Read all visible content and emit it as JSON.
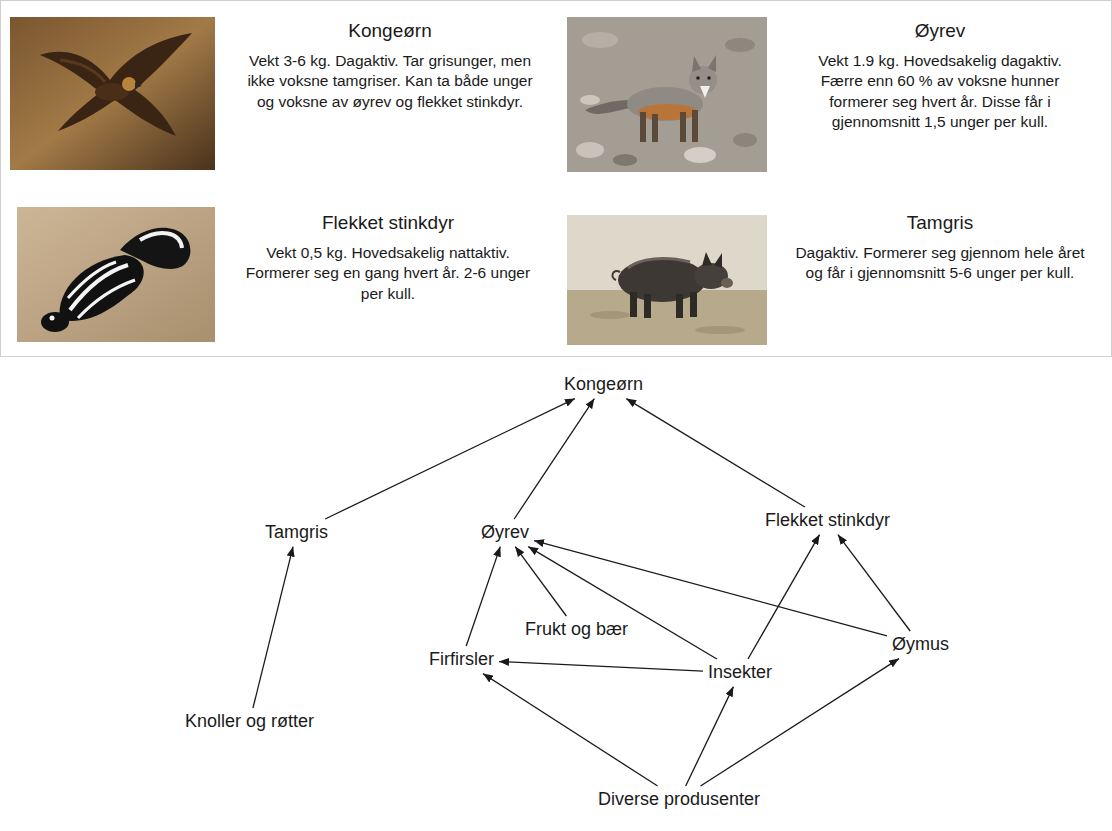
{
  "diagram": {
    "nodes": [
      {
        "text": [
          "Kongeørn",
          "Vekt 3-6 kg. Dagaktiv. Tar grisunger, men ikke voksne tamgriser. Kan ta både unger og voksne av øyrev og flekket stinkdyr."
        ]
      },
      {
        "text": [
          "Øyrev",
          "Vekt 1.9 kg. Hovedsakelig dagaktiv. Færre enn 60 % av voksne hunner formerer seg hvert år. Disse får i gjennomsnitt 1,5 unger per kull."
        ]
      },
      {
        "text": [
          "Flekket stinkdyr",
          "Vekt 0,5 kg. Hovedsakelig nattaktiv. Formerer seg en gang hvert år. 2-6 unger per kull."
        ]
      },
      {
        "text": [
          "Tamgris",
          "Dagaktiv. Formerer seg gjennom hele året og får i gjennomsnitt 5-6 unger per kull."
        ]
      },
      {
        "text": [
          "Kongeørn"
        ]
      },
      {
        "text": [
          "Tamgris"
        ]
      },
      {
        "text": [
          "Øyrev"
        ]
      },
      {
        "text": [
          "Flekket stinkdyr"
        ]
      },
      {
        "text": [
          "Frukt og bær"
        ]
      },
      {
        "text": [
          "Firfirsler"
        ]
      },
      {
        "text": [
          "Insekter"
        ]
      },
      {
        "text": [
          "Øymus"
        ]
      },
      {
        "text": [
          "Knoller og røtter"
        ]
      },
      {
        "text": [
          "Diverse produsenter"
        ]
      }
    ],
    "edges": [
      {
        "from": 5,
        "to": 4,
        "arrow": "to"
      },
      {
        "from": 6,
        "to": 4,
        "arrow": "to"
      },
      {
        "from": 7,
        "to": 4,
        "arrow": "to"
      },
      {
        "from": 12,
        "to": 5,
        "arrow": "to"
      },
      {
        "from": 9,
        "to": 6,
        "arrow": "to"
      },
      {
        "from": 8,
        "to": 6,
        "arrow": "to"
      },
      {
        "from": 10,
        "to": 6,
        "arrow": "to"
      },
      {
        "from": 11,
        "to": 6,
        "arrow": "to"
      },
      {
        "from": 10,
        "to": 7,
        "arrow": "to"
      },
      {
        "from": 11,
        "to": 7,
        "arrow": "to"
      },
      {
        "from": 10,
        "to": 9,
        "arrow": "to"
      },
      {
        "from": 13,
        "to": 9,
        "arrow": "to"
      },
      {
        "from": 13,
        "to": 10,
        "arrow": "to"
      },
      {
        "from": 13,
        "to": 11,
        "arrow": "to"
      }
    ]
  }
}
